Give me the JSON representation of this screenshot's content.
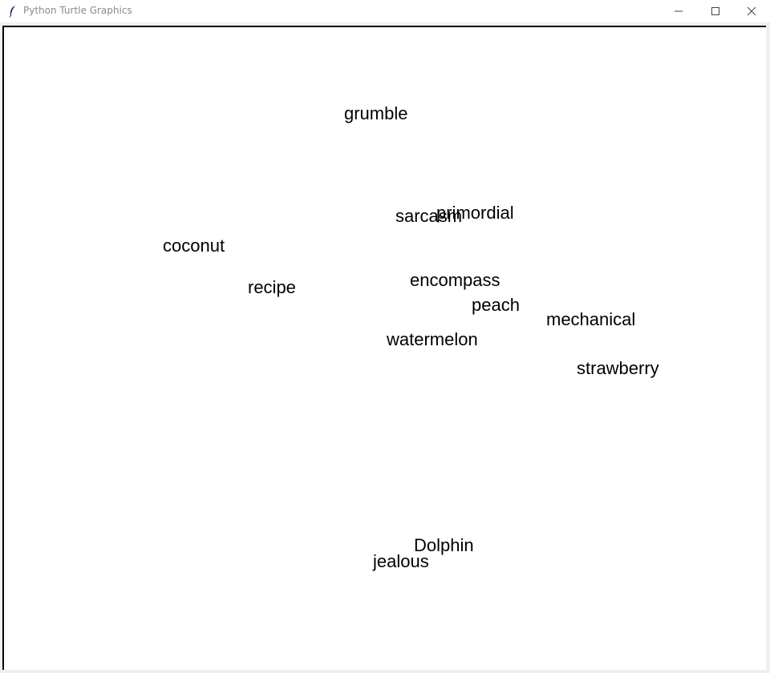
{
  "window": {
    "title": "Python Turtle Graphics",
    "icon": "feather-icon",
    "controls": [
      "minimize-icon",
      "maximize-icon",
      "close-icon"
    ]
  },
  "canvas": {
    "background": "#ffffff",
    "words": {
      "grumble": "grumble",
      "sarcasm": "sarcasm",
      "primordial": "primordial",
      "coconut": "coconut",
      "recipe": "recipe",
      "encompass": "encompass",
      "peach": "peach",
      "mechanical": "mechanical",
      "watermelon": "watermelon",
      "strawberry": "strawberry",
      "dolphin": "Dolphin",
      "jealous": "jealous"
    }
  }
}
